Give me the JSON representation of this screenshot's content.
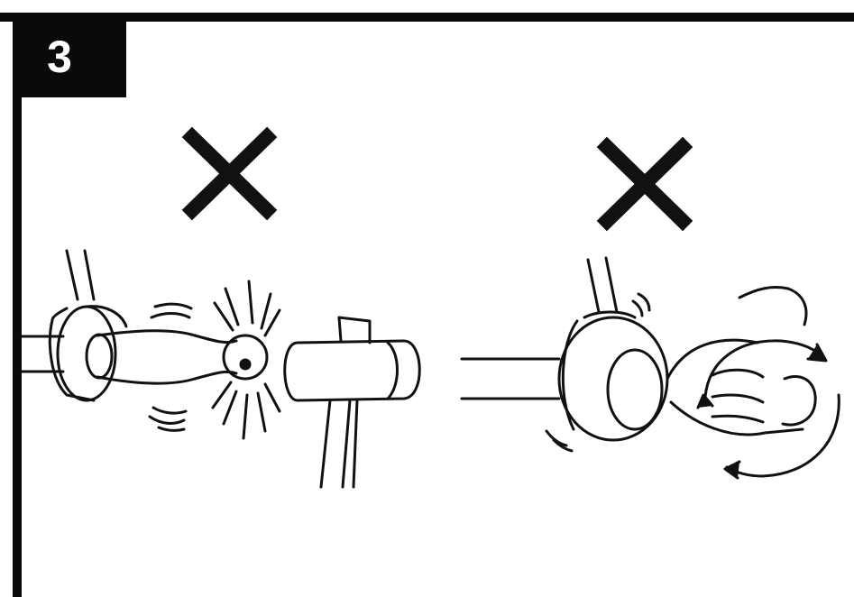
{
  "step": {
    "number": "3"
  },
  "colors": {
    "ink": "#111111",
    "paper": "#ffffff",
    "badge": "#0a0a0a"
  },
  "panels": [
    {
      "id": "hammer-strike",
      "mark": "prohibited-x-icon"
    },
    {
      "id": "hand-twist",
      "mark": "prohibited-x-icon"
    }
  ]
}
